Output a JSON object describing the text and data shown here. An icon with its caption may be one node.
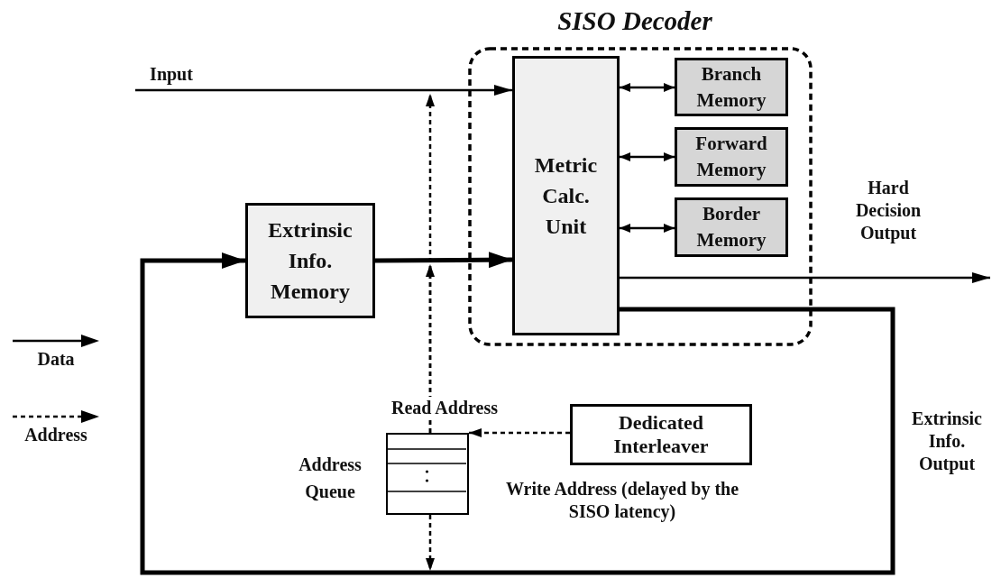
{
  "diagram": {
    "nodes": [
      {
        "text": [
          "SISO Decoder"
        ]
      },
      {
        "text": [
          "Metric Calc. Unit"
        ],
        "in": 0
      },
      {
        "text": [
          "Branch Memory"
        ],
        "in": 0
      },
      {
        "text": [
          "Forward Memory"
        ],
        "in": 0
      },
      {
        "text": [
          "Border Memory"
        ],
        "in": 0
      },
      {
        "text": [
          "Extrinsic Info. Memory"
        ]
      },
      {
        "text": [],
        "shape": "box",
        "beside": [
          "Address Queue"
        ]
      },
      {
        "text": [
          "Dedicated Interleaver"
        ]
      }
    ],
    "edges": [
      {
        "from": null,
        "to": 1,
        "arrow": "to",
        "label": "Input"
      },
      {
        "from": 5,
        "to": 1,
        "arrow": "to",
        "style": "thick"
      },
      {
        "from": 1,
        "to": 2,
        "arrow": "both"
      },
      {
        "from": 1,
        "to": 3,
        "arrow": "both"
      },
      {
        "from": 1,
        "to": 4,
        "arrow": "both"
      },
      {
        "from": 1,
        "to": null,
        "arrow": "to",
        "label": "Hard Decision Output"
      },
      {
        "from": 1,
        "to": 5,
        "arrow": "to",
        "style": "thick",
        "label": "Extrinsic Info. Output"
      },
      {
        "from": 7,
        "to": 6,
        "arrow": "to",
        "style": "dashed"
      },
      {
        "from": 6,
        "to": null,
        "arrow": "to",
        "style": "dashed",
        "label": "Read Address"
      },
      {
        "from": 6,
        "to": null,
        "arrow": "to",
        "style": "dashed"
      },
      {
        "from": 6,
        "to": null,
        "arrow": "to",
        "style": "dashed",
        "label": "Write Address (delayed by the SISO latency)"
      }
    ],
    "legend": [
      {
        "text": "Data"
      },
      {
        "text": "Address"
      }
    ]
  }
}
